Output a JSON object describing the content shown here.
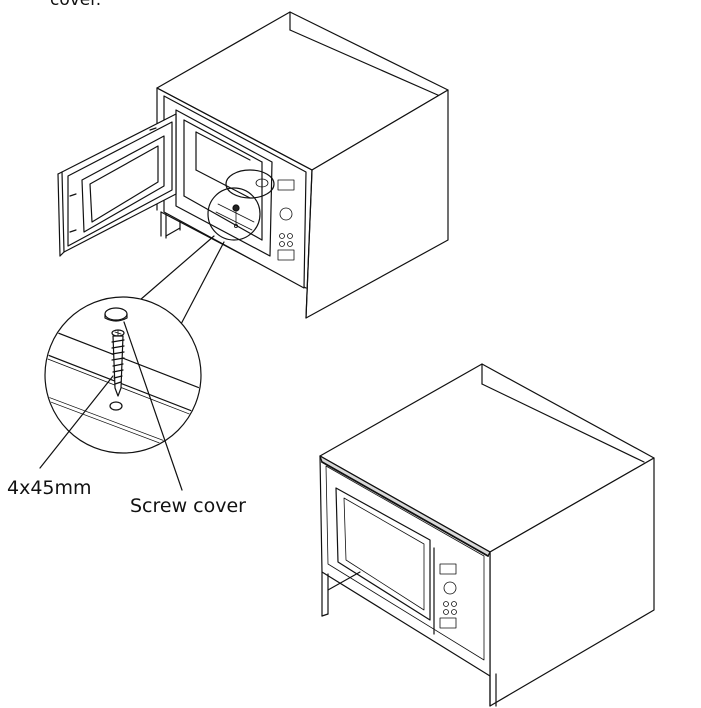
{
  "labels": {
    "top_fragment": "cover.",
    "screw_size": "4x45mm",
    "screw_cover": "Screw cover"
  },
  "icons": {
    "figure_1": "cabinet-with-open-microwave-icon",
    "figure_2": "cabinet-with-closed-microwave-icon",
    "detail": "screw-detail-magnifier-icon"
  }
}
